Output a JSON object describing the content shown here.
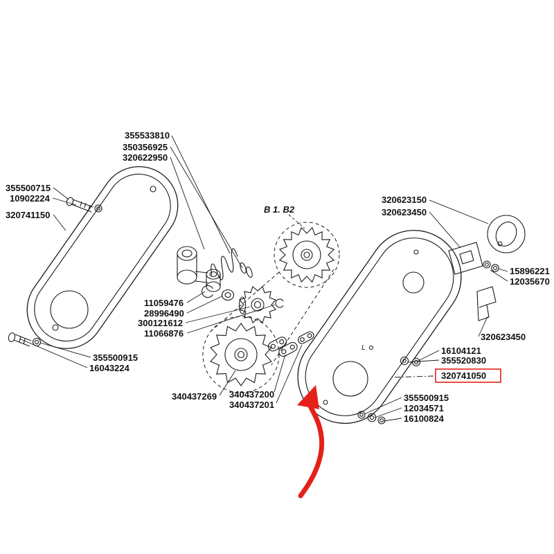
{
  "diagram": {
    "type": "exploded-parts-diagram",
    "colors": {
      "background": "#ffffff",
      "line": "#1a1a1a",
      "highlight_red": "#e32119"
    },
    "highlighted_part": "320741050",
    "labels": {
      "n355533810": "355533810",
      "n350356925": "350356925",
      "n320622950": "320622950",
      "n355500715": "355500715",
      "n10902224": "10902224",
      "n320741150": "320741150",
      "b1b2": "B 1. B2",
      "n320623150": "320623150",
      "n320623450a": "320623450",
      "n15896221": "15896221",
      "n12035670": "12035670",
      "n11059476": "11059476",
      "n28996490": "28996490",
      "n300121612": "300121612",
      "n11066876": "11066876",
      "n320623450b": "320623450",
      "n16104121": "16104121",
      "n355520830": "355520830",
      "n320741050": "320741050",
      "n355500915a": "355500915",
      "n16043224": "16043224",
      "n340437269": "340437269",
      "n340437200": "340437200",
      "n340437201": "340437201",
      "n355500915b": "355500915",
      "n12034571": "12034571",
      "n16100824": "16100824",
      "cover_mark": "L"
    }
  }
}
